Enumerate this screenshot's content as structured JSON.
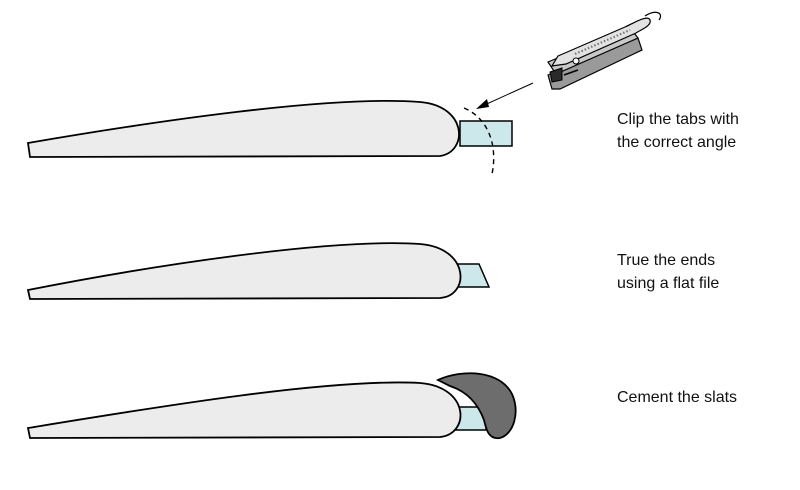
{
  "colors": {
    "background": "#ffffff",
    "wing": "#ececec",
    "tab": "#cce8ea",
    "slat": "#6d6d6d",
    "outline": "#000000",
    "text": "#111111"
  },
  "steps": [
    {
      "lines": [
        "Clip the tabs with",
        "the correct angle"
      ],
      "illustration": "nail-clipper-icon"
    },
    {
      "lines": [
        "True the ends",
        "using a flat file"
      ],
      "illustration": ""
    },
    {
      "lines": [
        "Cement the slats"
      ],
      "illustration": ""
    }
  ]
}
